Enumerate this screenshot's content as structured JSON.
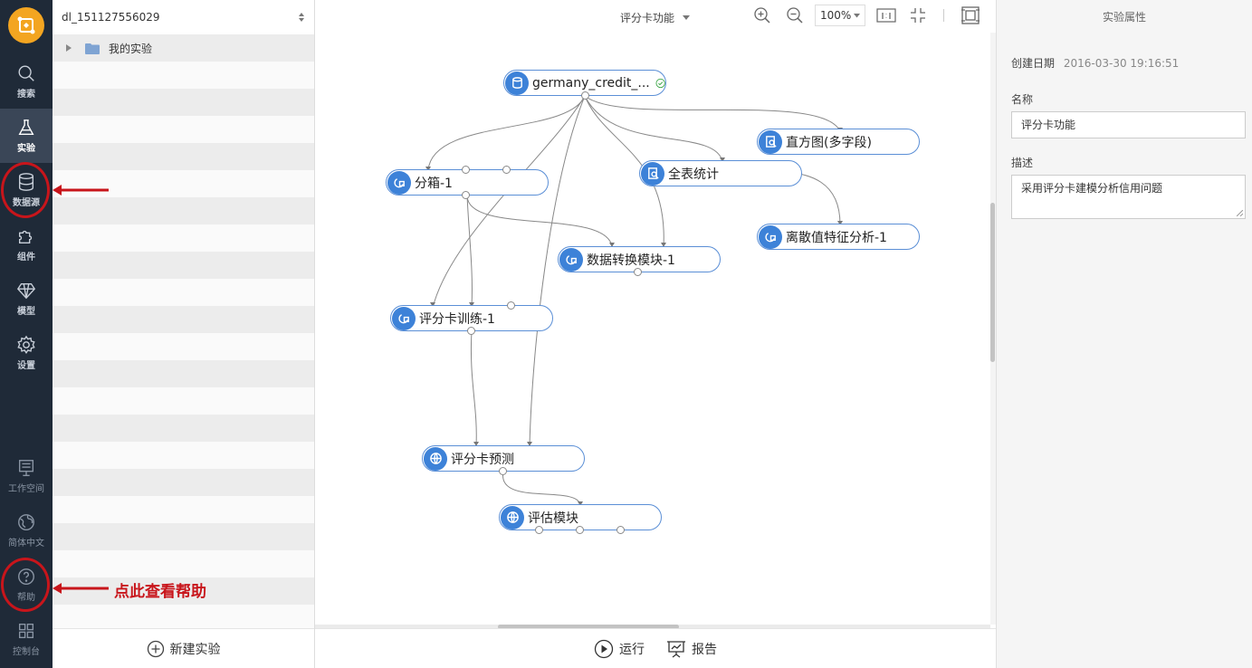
{
  "rail": {
    "items": [
      {
        "label": "搜索",
        "icon": "search-icon"
      },
      {
        "label": "实验",
        "icon": "flask-icon"
      },
      {
        "label": "数据源",
        "icon": "database-icon"
      },
      {
        "label": "组件",
        "icon": "puzzle-icon"
      },
      {
        "label": "模型",
        "icon": "diamond-icon"
      },
      {
        "label": "设置",
        "icon": "gear-icon"
      }
    ],
    "bottom": [
      {
        "label": "工作空间",
        "icon": "workspace-icon"
      },
      {
        "label": "简体中文",
        "icon": "globe-icon"
      },
      {
        "label": "帮助",
        "icon": "help-icon"
      },
      {
        "label": "控制台",
        "icon": "grid-icon"
      }
    ]
  },
  "tree": {
    "project": "dl_151127556029",
    "folder": "我的实验",
    "new_button": "新建实验"
  },
  "canvas": {
    "experiment_title": "评分卡功能",
    "zoom": "100%",
    "run_label": "运行",
    "report_label": "报告",
    "nodes": {
      "source": "germany_credit_...",
      "binning": "分箱-1",
      "fullstats": "全表统计",
      "histogram": "直方图(多字段)",
      "outlier": "离散值特征分析-1",
      "transform": "数据转换模块-1",
      "train": "评分卡训练-1",
      "predict": "评分卡预测",
      "eval": "评估模块"
    }
  },
  "props": {
    "title": "实验属性",
    "created_label": "创建日期",
    "created_value": "2016-03-30 19:16:51",
    "name_label": "名称",
    "name_value": "评分卡功能",
    "desc_label": "描述",
    "desc_value": "采用评分卡建模分析信用问题"
  },
  "annotation": {
    "help_text": "点此查看帮助",
    "color": "#c8151b"
  }
}
